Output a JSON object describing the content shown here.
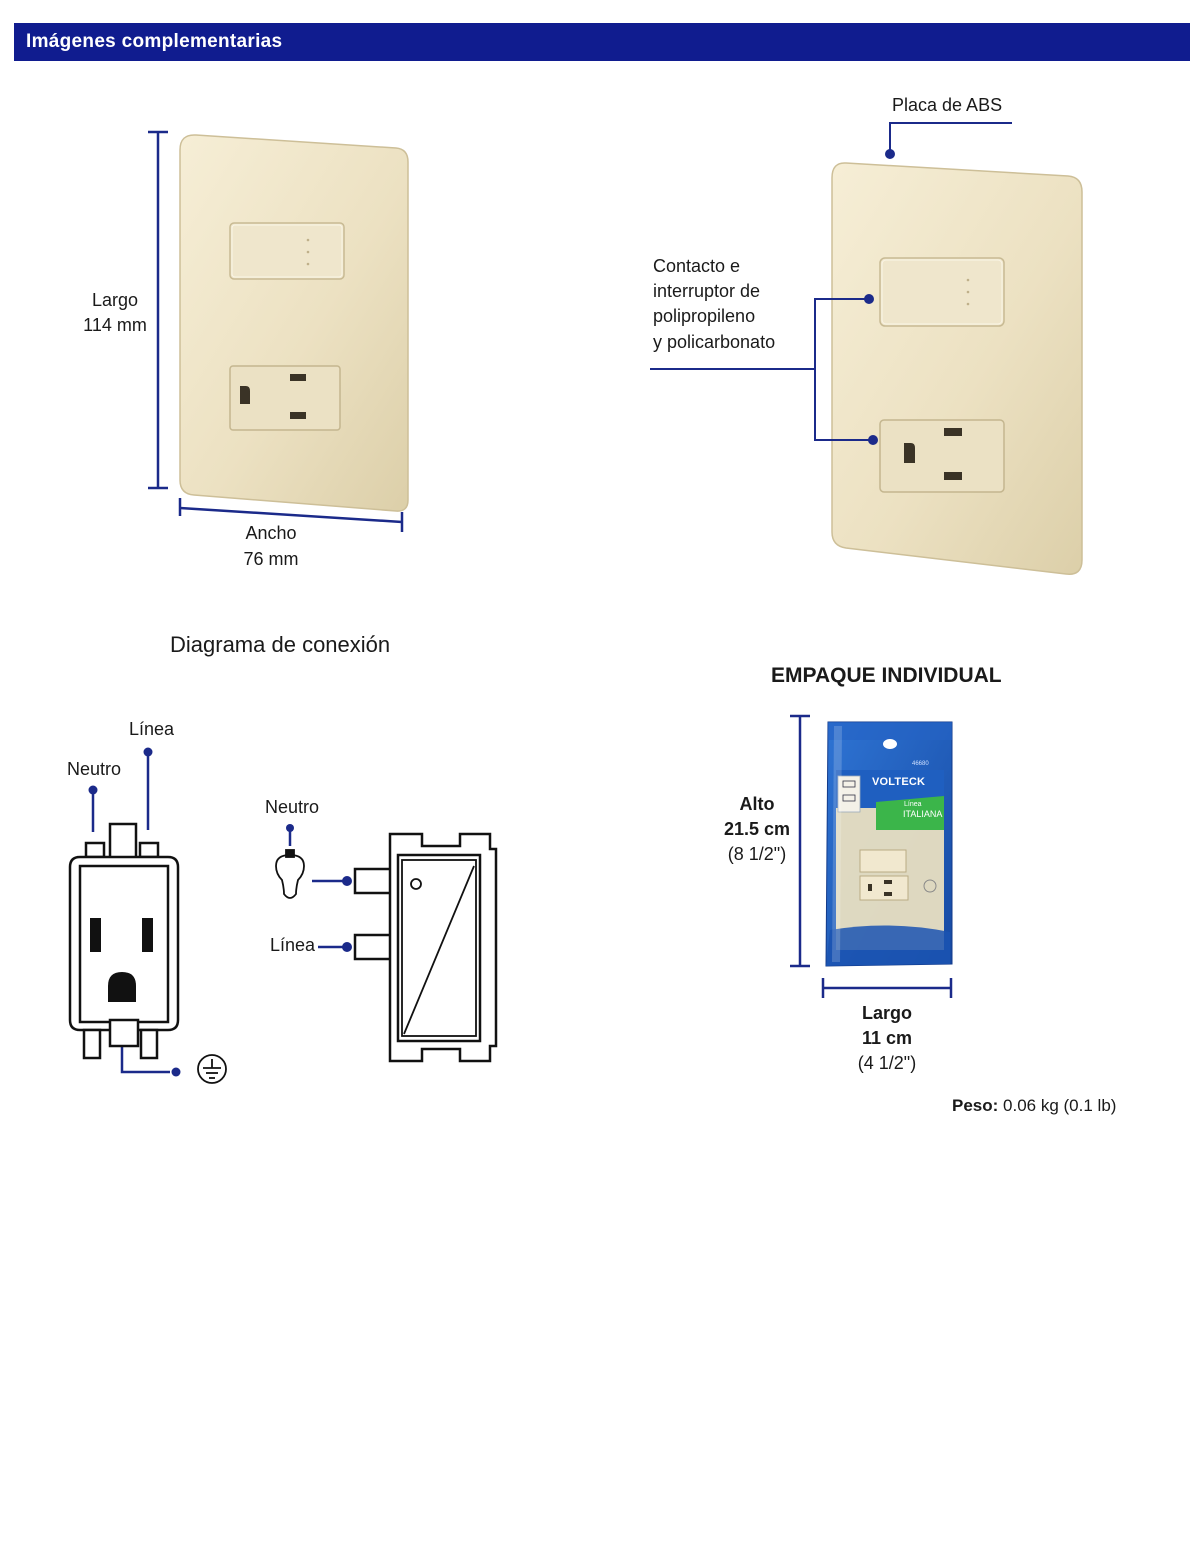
{
  "header": {
    "title": "Imágenes complementarias"
  },
  "dimensions": {
    "length_label": "Largo",
    "length_value": "114 mm",
    "width_label": "Ancho",
    "width_value": "76 mm"
  },
  "materials": {
    "plate_label": "Placa de ABS",
    "component_lines": [
      "Contacto e",
      "interruptor de",
      "polipropileno",
      "y policarbonato"
    ]
  },
  "diagram": {
    "title": "Diagrama de conexión",
    "outlet_line_label": "Línea",
    "outlet_neutral_label": "Neutro",
    "switch_neutral_label": "Neutro",
    "switch_line_label": "Línea",
    "ground_symbol": "ground-icon",
    "bulb_symbol": "light-bulb-icon"
  },
  "package": {
    "title": "EMPAQUE INDIVIDUAL",
    "height_label": "Alto",
    "height_value": "21.5 cm",
    "height_imperial": "(8 1/2\")",
    "length_label": "Largo",
    "length_value": "11 cm",
    "length_imperial": "(4 1/2\")",
    "brand": "VOLTECK",
    "line_label": "Línea",
    "line_name": "ITALIANA",
    "code": "46680"
  },
  "weight": {
    "label": "Peso:",
    "value": "0.06 kg (0.1 lb)"
  },
  "colors": {
    "header_bg": "#101c8f",
    "accent_line": "#1b2a8a",
    "plate": "#ece1c2",
    "package_blue": "#1f5fc0",
    "package_green": "#3bb54a"
  }
}
